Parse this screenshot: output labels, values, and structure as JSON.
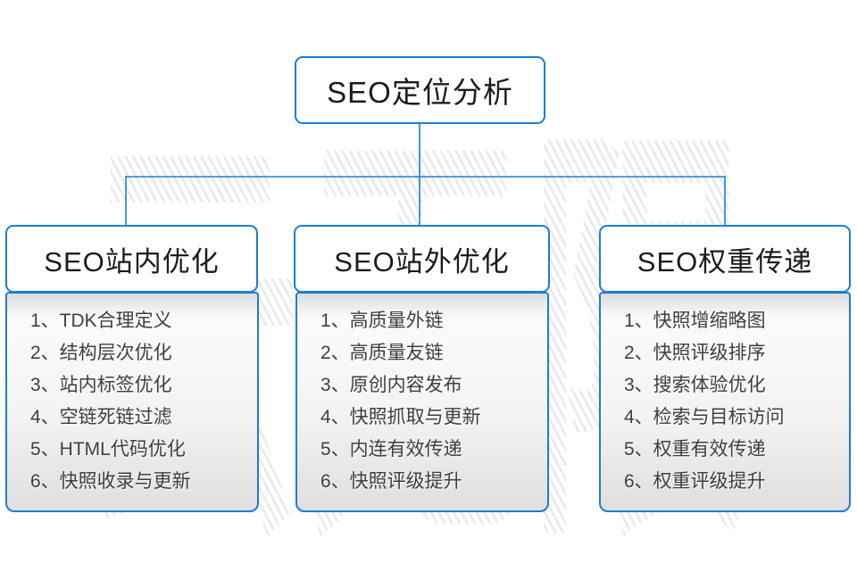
{
  "watermark": "云无限",
  "colors": {
    "line_blue": "#1b7ed3",
    "title_text": "#1b1b1b",
    "item_text": "#3e3e3e",
    "watermark_gray": "#e9e9e9"
  },
  "root_box": {
    "label": "SEO定位分析"
  },
  "columns": [
    {
      "header": "SEO站内优化",
      "items": [
        "1、TDK合理定义",
        "2、结构层次优化",
        "3、站内标签优化",
        "4、空链死链过滤",
        "5、HTML代码优化",
        "6、快照收录与更新"
      ]
    },
    {
      "header": "SEO站外优化",
      "items": [
        "1、高质量外链",
        "2、高质量友链",
        "3、原创内容发布",
        "4、快照抓取与更新",
        "5、内连有效传递",
        "6、快照评级提升"
      ]
    },
    {
      "header": "SEO权重传递",
      "items": [
        "1、快照增缩略图",
        "2、快照评级排序",
        "3、搜索体验优化",
        "4、检索与目标访问",
        "5、权重有效传递",
        "6、权重评级提升"
      ]
    }
  ]
}
